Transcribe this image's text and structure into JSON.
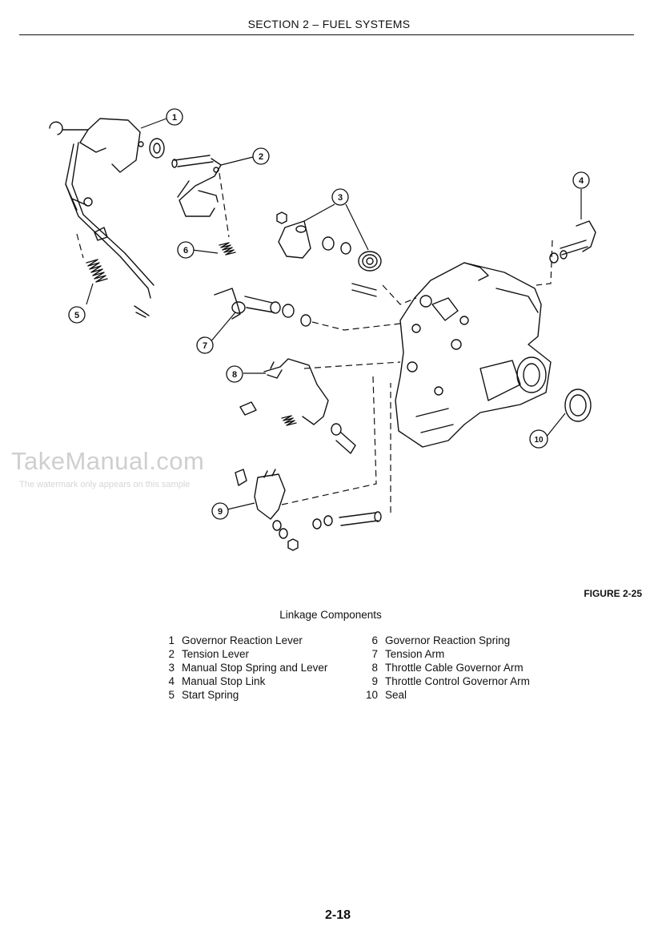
{
  "header": {
    "section_title": "SECTION 2 – FUEL SYSTEMS"
  },
  "figure": {
    "label": "FIGURE 2-25",
    "caption": "Linkage Components",
    "callouts": [
      "1",
      "2",
      "3",
      "4",
      "5",
      "6",
      "7",
      "8",
      "9",
      "10"
    ]
  },
  "legend": {
    "left": [
      {
        "num": "1",
        "label": "Governor Reaction Lever"
      },
      {
        "num": "2",
        "label": "Tension Lever"
      },
      {
        "num": "3",
        "label": "Manual Stop Spring and Lever"
      },
      {
        "num": "4",
        "label": "Manual Stop Link"
      },
      {
        "num": "5",
        "label": "Start Spring"
      }
    ],
    "right": [
      {
        "num": "6",
        "label": "Governor Reaction Spring"
      },
      {
        "num": "7",
        "label": "Tension Arm"
      },
      {
        "num": "8",
        "label": "Throttle Cable Governor Arm"
      },
      {
        "num": "9",
        "label": "Throttle Control Governor Arm"
      },
      {
        "num": "10",
        "label": "Seal"
      }
    ]
  },
  "watermark": {
    "brand": "TakeManual.com",
    "note": "The watermark only appears on this sample"
  },
  "footer": {
    "page_number": "2-18"
  }
}
